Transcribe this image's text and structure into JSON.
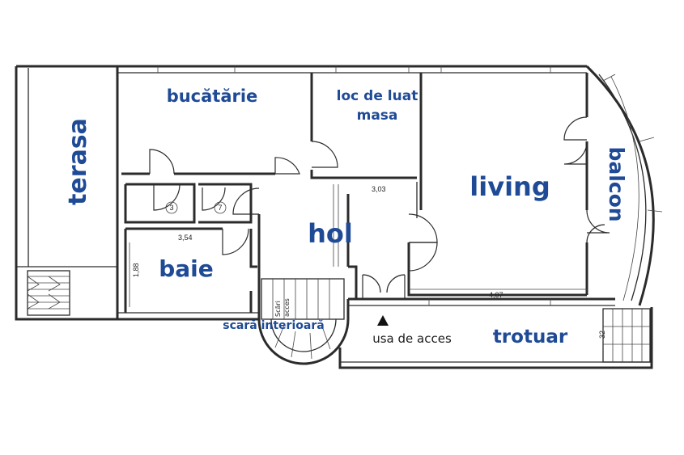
{
  "rooms": {
    "terasa": "terasa",
    "bucatarie": "bucătărie",
    "loc_line1": "loc de luat",
    "loc_line2": "masa",
    "living": "living",
    "balcon": "balcon",
    "hol": "hol",
    "baie": "baie",
    "scara": "scară interioară",
    "usa": "usa de acces",
    "trotuar": "trotuar"
  },
  "dimensions": {
    "d1": "3,03",
    "d2": "3,54",
    "d3": "1,88",
    "d4": "4,07",
    "d5": "32"
  },
  "markers": {
    "m3": "3",
    "m7": "7"
  },
  "stair_text": {
    "line1": "Scări",
    "line2": "acces"
  },
  "colors": {
    "label": "#1e4a96",
    "wall": "#2b2b2b"
  }
}
